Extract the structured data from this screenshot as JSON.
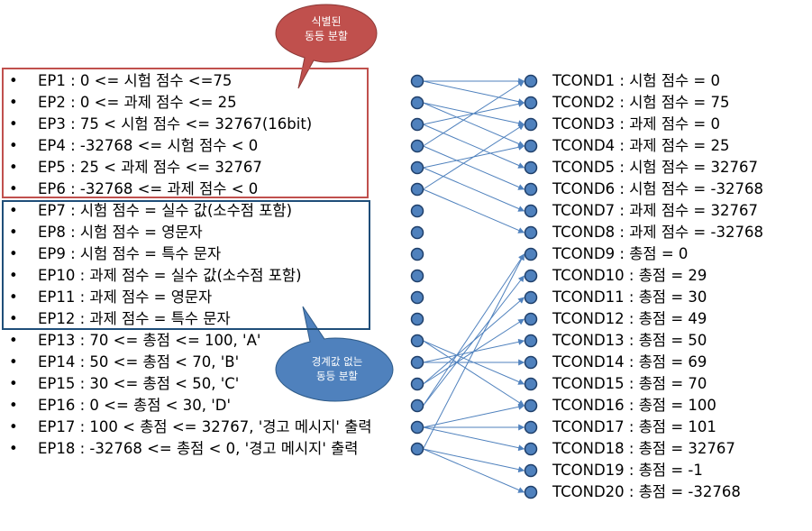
{
  "colors": {
    "node_fill": "#4f81bd",
    "node_stroke": "#1f3f6a",
    "link": "#4f81bd",
    "red_box": "#c0504d",
    "blue_box": "#1f4e79",
    "red_callout": "#c0504d",
    "blue_callout": "#4f81bd"
  },
  "bullet": "•",
  "callouts": {
    "identified": {
      "line1": "식별된",
      "line2": "동등 분할"
    },
    "no_boundary": {
      "line1": "경계값 없는",
      "line2": "동등 분할"
    }
  },
  "ep_items": [
    "EP1 : 0 <= 시험 점수 <=75",
    "EP2 : 0 <= 과제 점수 <= 25",
    "EP3 : 75 < 시험 점수 <= 32767(16bit)",
    "EP4 : -32768 <= 시험 점수 < 0",
    "EP5 : 25 < 과제 점수 <= 32767",
    "EP6 : -32768 <= 과제 점수 < 0",
    "EP7 : 시험 점수 = 실수 값(소수점 포함)",
    "EP8 : 시험 점수 = 영문자",
    "EP9 : 시험 점수 = 특수 문자",
    "EP10 : 과제 점수 = 실수 값(소수점 포함)",
    "EP11 : 과제 점수 = 영문자",
    "EP12 : 과제 점수 = 특수 문자",
    "EP13 : 70 <= 총점 <= 100, 'A'",
    "EP14 : 50 <= 총점 < 70, 'B'",
    "EP15 : 30 <= 총점 < 50, 'C'",
    "EP16 : 0 <= 총점 < 30, 'D'",
    "EP17 : 100 < 총점 <= 32767, '경고 메시지' 출력",
    "EP18 : -32768 <= 총점 < 0, '경고 메시지' 출력"
  ],
  "tcond_items": [
    "TCOND1 : 시험 점수 = 0",
    "TCOND2 : 시험 점수 = 75",
    "TCOND3 : 과제 점수 = 0",
    "TCOND4 : 과제 점수 = 25",
    "TCOND5 : 시험 점수 = 32767",
    "TCOND6 : 시험 점수 = -32768",
    "TCOND7 : 과제 점수 = 32767",
    "TCOND8 : 과제 점수 = -32768",
    "TCOND9 : 총점 = 0",
    "TCOND10 : 총점 = 29",
    "TCOND11 : 총점 = 30",
    "TCOND12 : 총점 = 49",
    "TCOND13 : 총점 = 50",
    "TCOND14 : 총점 = 69",
    "TCOND15 : 총점 = 70",
    "TCOND16 : 총점 = 100",
    "TCOND17 : 총점 = 101",
    "TCOND18 : 총점 = 32767",
    "TCOND19 : 총점 = -1",
    "TCOND20 : 총점 = -32768"
  ],
  "links": [
    [
      1,
      1
    ],
    [
      1,
      2
    ],
    [
      2,
      3
    ],
    [
      2,
      4
    ],
    [
      3,
      2
    ],
    [
      3,
      5
    ],
    [
      4,
      1
    ],
    [
      4,
      6
    ],
    [
      5,
      4
    ],
    [
      5,
      7
    ],
    [
      6,
      3
    ],
    [
      6,
      8
    ],
    [
      13,
      15
    ],
    [
      13,
      16
    ],
    [
      14,
      13
    ],
    [
      14,
      14
    ],
    [
      15,
      11
    ],
    [
      15,
      12
    ],
    [
      16,
      9
    ],
    [
      16,
      10
    ],
    [
      17,
      16
    ],
    [
      17,
      17
    ],
    [
      17,
      18
    ],
    [
      18,
      9
    ],
    [
      18,
      19
    ],
    [
      18,
      20
    ]
  ]
}
